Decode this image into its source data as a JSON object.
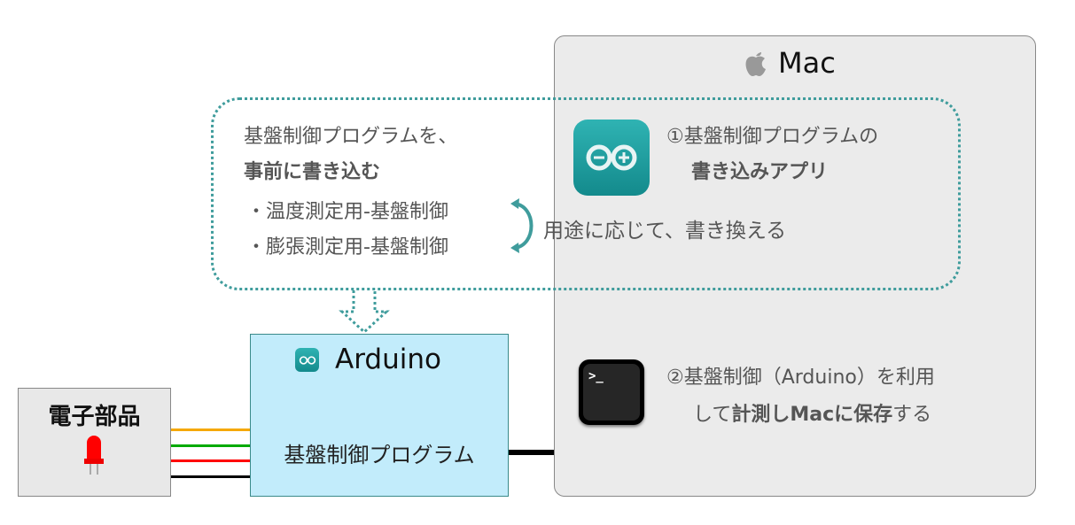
{
  "mac": {
    "title": "Mac",
    "icon": "apple-icon"
  },
  "dotted_note": {
    "line1": "基盤制御プログラムを、",
    "line2": "事前に書き込む",
    "item1": "・温度測定用-基盤制御",
    "item2": "・膨張測定用-基盤制御",
    "rewrite": "用途に応じて、書き換える"
  },
  "app1": {
    "line1": "①基盤制御プログラムの",
    "line2": "書き込みアプリ"
  },
  "app2": {
    "line1": "②基盤制御（Arduino）を利用",
    "line2a": "して",
    "line2b": "計測しMacに保存",
    "line2c": "する"
  },
  "arduino": {
    "title": "Arduino",
    "program": "基盤制御プログラム"
  },
  "component": {
    "title": "電子部品"
  },
  "colors": {
    "teal": "#3f9c9c",
    "arduino_bg": "#c2ecfb",
    "wires": [
      "#f5a800",
      "#00aa00",
      "#ff0000",
      "#000000"
    ]
  }
}
